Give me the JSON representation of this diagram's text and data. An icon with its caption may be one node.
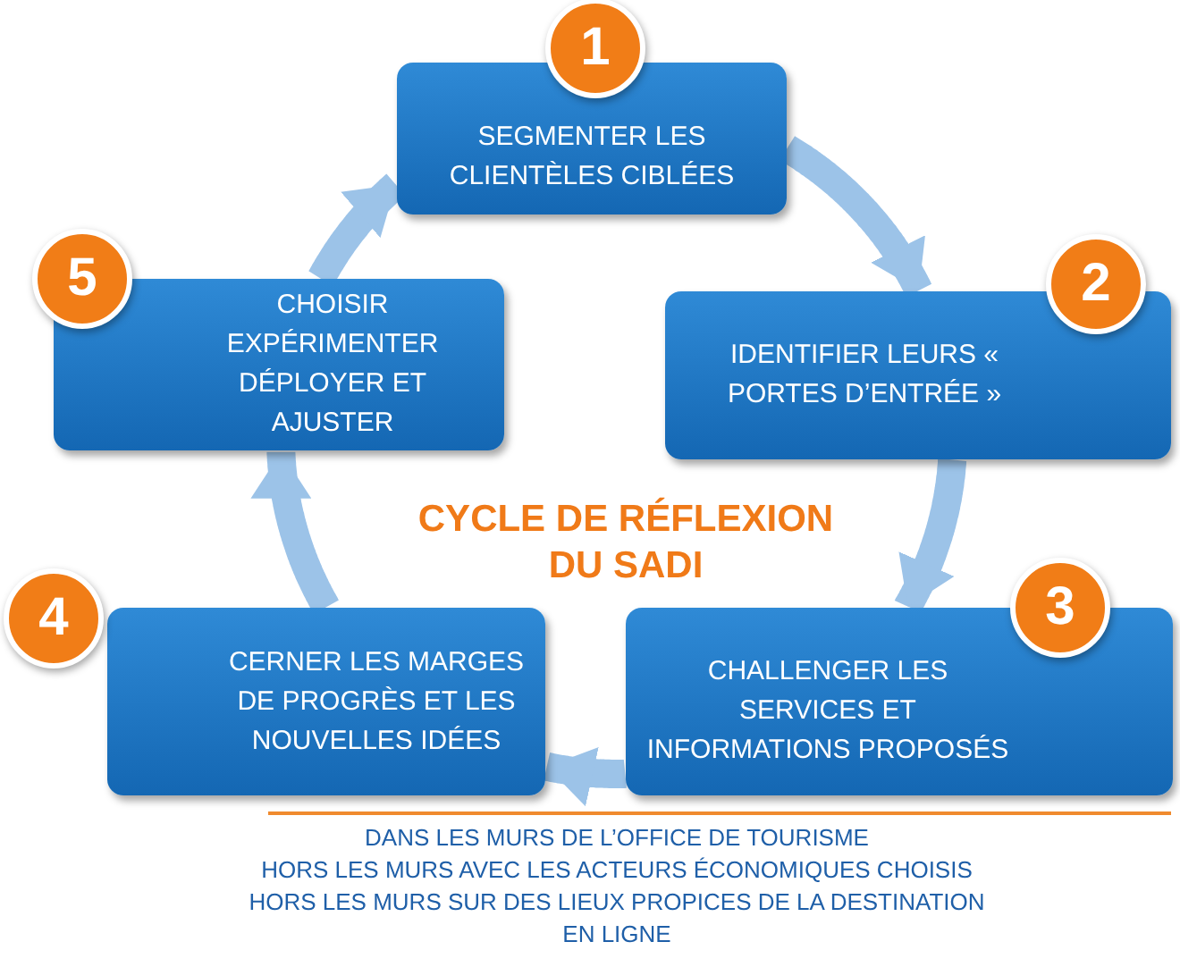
{
  "diagram": {
    "nodes": [
      {
        "text": [
          "1",
          "SEGMENTER LES CLIENTÈLES CIBLÉES"
        ]
      },
      {
        "text": [
          "2",
          "IDENTIFIER LEURS « PORTES D’ENTRÉE »"
        ]
      },
      {
        "text": [
          "3",
          "CHALLENGER LES SERVICES ET INFORMATIONS PROPOSÉS"
        ]
      },
      {
        "text": [
          "4",
          "CERNER LES MARGES DE PROGRÈS ET LES NOUVELLES IDÉES"
        ]
      },
      {
        "text": [
          "5",
          "CHOISIR EXPÉRIMENTER DÉPLOYER ET AJUSTER"
        ]
      }
    ],
    "edges": [
      {
        "from": 0,
        "to": 1,
        "arrow": "to"
      },
      {
        "from": 1,
        "to": 2,
        "arrow": "to"
      },
      {
        "from": 2,
        "to": 3,
        "arrow": "to"
      },
      {
        "from": 3,
        "to": 4,
        "arrow": "to"
      },
      {
        "from": 4,
        "to": 0,
        "arrow": "to"
      }
    ],
    "labels": [
      "CYCLE DE RÉFLEXION DU SADI",
      "DANS LES MURS DE L’OFFICE DE TOURISME",
      "HORS LES MURS AVEC LES ACTEURS ÉCONOMIQUES CHOISIS",
      "HORS LES MURS SUR DES LIEUX PROPICES DE LA DESTINATION",
      "EN LIGNE"
    ]
  }
}
